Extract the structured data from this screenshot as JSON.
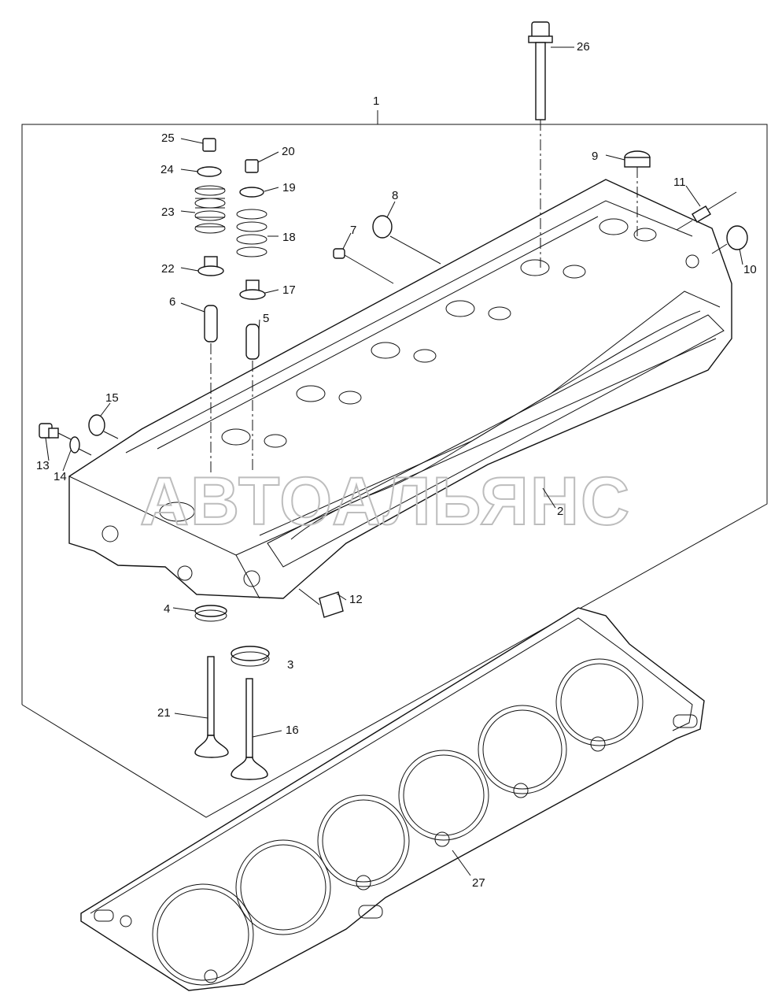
{
  "watermark": "АВТОАЛЬЯНС",
  "callouts": [
    {
      "id": "c1",
      "label": "1"
    },
    {
      "id": "c2",
      "label": "2"
    },
    {
      "id": "c3",
      "label": "3"
    },
    {
      "id": "c4",
      "label": "4"
    },
    {
      "id": "c5",
      "label": "5"
    },
    {
      "id": "c6",
      "label": "6"
    },
    {
      "id": "c7",
      "label": "7"
    },
    {
      "id": "c8",
      "label": "8"
    },
    {
      "id": "c9",
      "label": "9"
    },
    {
      "id": "c10",
      "label": "10"
    },
    {
      "id": "c11",
      "label": "11"
    },
    {
      "id": "c12",
      "label": "12"
    },
    {
      "id": "c13",
      "label": "13"
    },
    {
      "id": "c14",
      "label": "14"
    },
    {
      "id": "c15",
      "label": "15"
    },
    {
      "id": "c16",
      "label": "16"
    },
    {
      "id": "c17",
      "label": "17"
    },
    {
      "id": "c18",
      "label": "18"
    },
    {
      "id": "c19",
      "label": "19"
    },
    {
      "id": "c20",
      "label": "20"
    },
    {
      "id": "c21",
      "label": "21"
    },
    {
      "id": "c22",
      "label": "22"
    },
    {
      "id": "c23",
      "label": "23"
    },
    {
      "id": "c24",
      "label": "24"
    },
    {
      "id": "c25",
      "label": "25"
    },
    {
      "id": "c26",
      "label": "26"
    },
    {
      "id": "c27",
      "label": "27"
    }
  ]
}
